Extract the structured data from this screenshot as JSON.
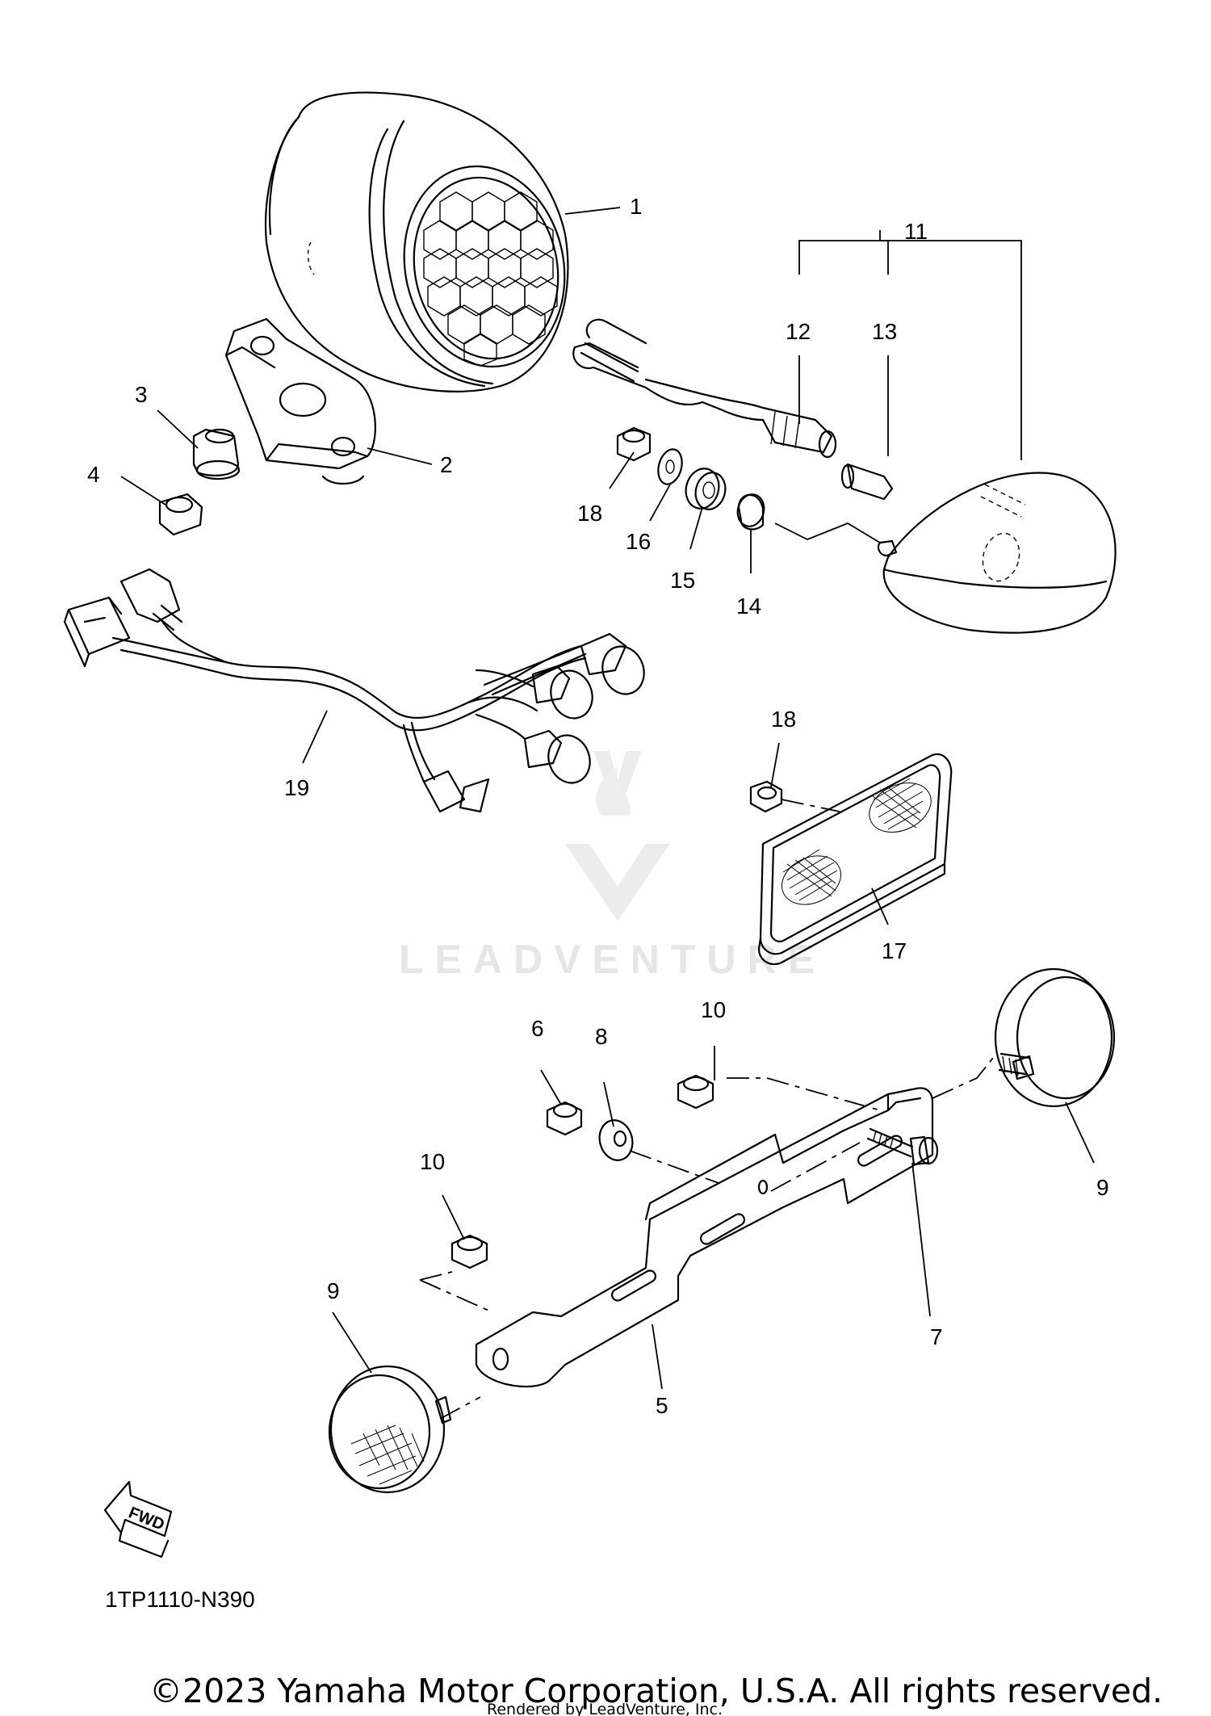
{
  "callouts": [
    "1",
    "2",
    "3",
    "4",
    "5",
    "6",
    "7",
    "8",
    "9",
    "9",
    "10",
    "10",
    "11",
    "12",
    "13",
    "14",
    "15",
    "16",
    "17",
    "18",
    "18",
    "19"
  ],
  "fwd_label": "FWD",
  "reference_code": "1TP1110-N390",
  "watermark": "LEADVENTURE",
  "copyright": "©2023 Yamaha Motor Corporation, U.S.A. All rights reserved.",
  "rendered_by": "Rendered by LeadVenture, Inc.",
  "icons": [
    "fwd-arrow-icon",
    "leadventure-logo-icon"
  ]
}
